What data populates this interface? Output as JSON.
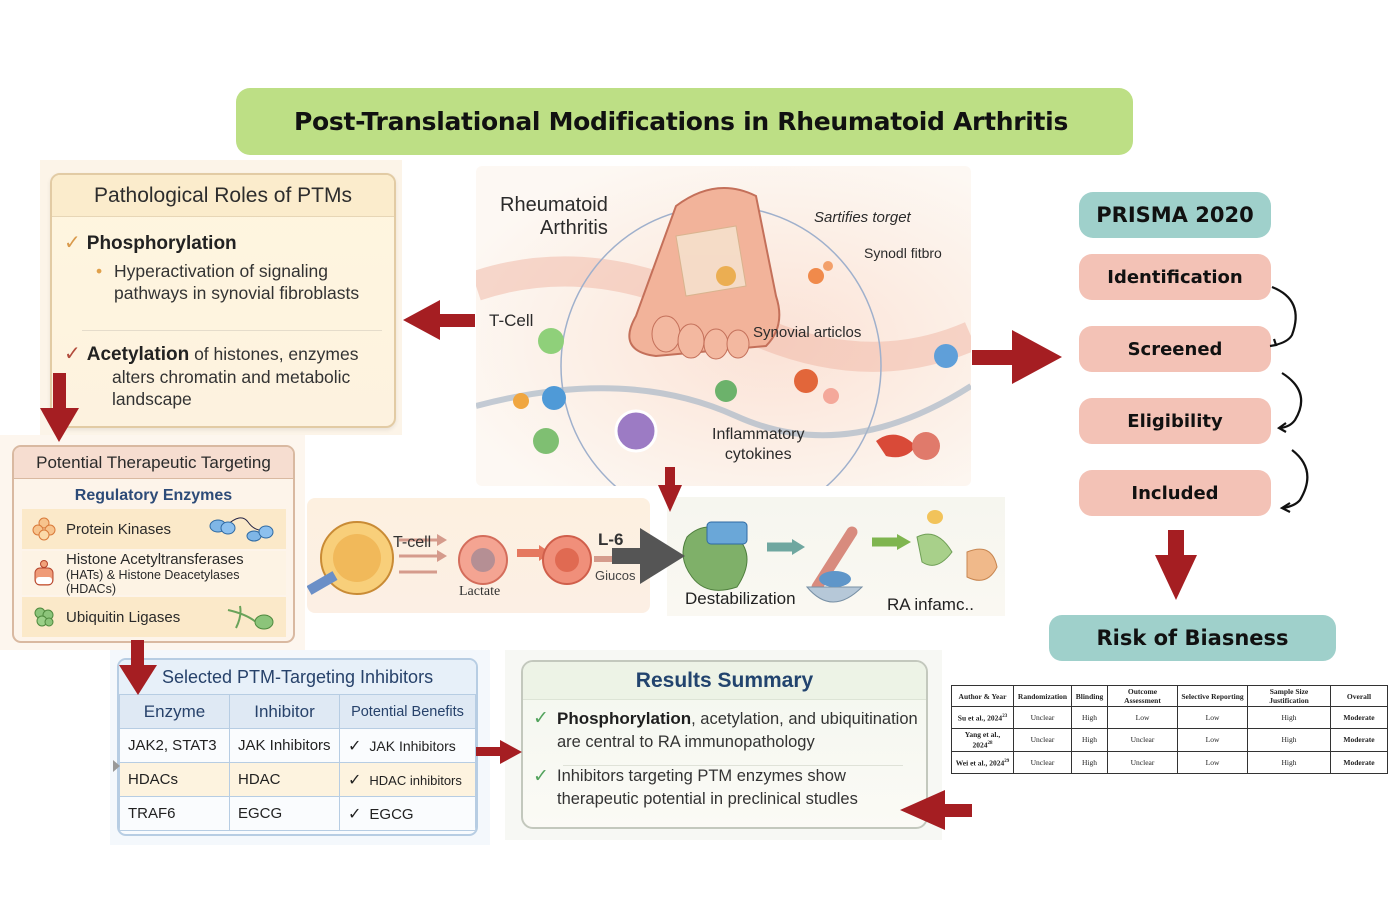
{
  "title": "Post-Translational Modifications in Rheumatoid Arthritis",
  "colors": {
    "title_bg": "#bddf85",
    "arrow": "#a51e22",
    "prisma_teal": "#9fd0cb",
    "prisma_pink": "#f3c2b6",
    "check_green": "#53a35d",
    "heading_blue": "#27426b"
  },
  "pathological": {
    "heading": "Pathological Roles of PTMs",
    "item1": {
      "icon": "check-icon",
      "title": "Phosphorylation",
      "bullet": "Hyperactivation of signaling pathways in synovial fibroblasts"
    },
    "item2": {
      "icon": "check-icon",
      "title": "Acetylation",
      "text_first": "of histones, enzymes",
      "text_rest": "alters chromatin and metabolic landscape"
    }
  },
  "therapeutic": {
    "heading": "Potential Therapeutic Targeting",
    "subheading": "Regulatory Enzymes",
    "enzymes": [
      {
        "icon": "protein-kinase-icon",
        "label": "Protein Kinases"
      },
      {
        "icon": "histone-enzyme-icon",
        "label": "Histone Acetyltransferases",
        "label2": "(HATs) & Histone Deacetylases (HDACs)"
      },
      {
        "icon": "ubiquitin-ligase-icon",
        "label": "Ubiquitin Ligases"
      }
    ]
  },
  "inhibitors": {
    "heading": "Selected PTM-Targeting Inhibitors",
    "columns": [
      "Enzyme",
      "Inhibitor",
      "Potential Benefits"
    ],
    "rows": [
      {
        "enzyme": "JAK2, STAT3",
        "inhibitor": "JAK Inhibitors",
        "benefit": "JAK Inhibitors"
      },
      {
        "enzyme": "HDACs",
        "inhibitor": "HDAC",
        "benefit": "HDAC inhibitors"
      },
      {
        "enzyme": "TRAF6",
        "inhibitor": "EGCG",
        "benefit": "EGCG"
      }
    ]
  },
  "results": {
    "heading": "Results Summary",
    "item1_bold": "Phosphorylation",
    "item1_rest": ", acetylation, and ubiquitination are central to RA immunopathology",
    "item2": "Inhibitors targeting PTM enzymes show therapeutic potential in preclinical studles"
  },
  "illustration": {
    "labels": {
      "ra1": "Rheumatoid",
      "ra2": "Arthritis",
      "target": "Sartifies torget",
      "synodl": "Synodl fitbro",
      "tcell": "T-Cell",
      "synovial": "Synovial articlos",
      "infl1": "Inflammatory",
      "infl2": "cytokines"
    }
  },
  "pathway_strip": {
    "tcell": "T-cell",
    "lactate": "Lactate",
    "l6": "L-6",
    "glucos": "Giucos",
    "destab": "Destabilization",
    "ra_inf": "RA infamc.."
  },
  "prisma": {
    "title": "PRISMA 2020",
    "steps": [
      "Identification",
      "Screened",
      "Eligibility",
      "Included"
    ],
    "risk": "Risk of Biasness"
  },
  "bias_table": {
    "columns": [
      "Author & Year",
      "Randomization",
      "Blinding",
      "Outcome Assessment",
      "Selective Reporting",
      "Sample Size Justification",
      "Overall"
    ],
    "rows": [
      {
        "author": "Su et al., 2024",
        "ref": "23",
        "cells": [
          "Unclear",
          "High",
          "Low",
          "Low",
          "High",
          "Moderate"
        ]
      },
      {
        "author": "Yang et al., 2024",
        "ref": "28",
        "cells": [
          "Unclear",
          "High",
          "Unclear",
          "Low",
          "High",
          "Moderate"
        ]
      },
      {
        "author": "Wei et al., 2024",
        "ref": "29",
        "cells": [
          "Unclear",
          "High",
          "Unclear",
          "Low",
          "High",
          "Moderate"
        ]
      }
    ]
  }
}
